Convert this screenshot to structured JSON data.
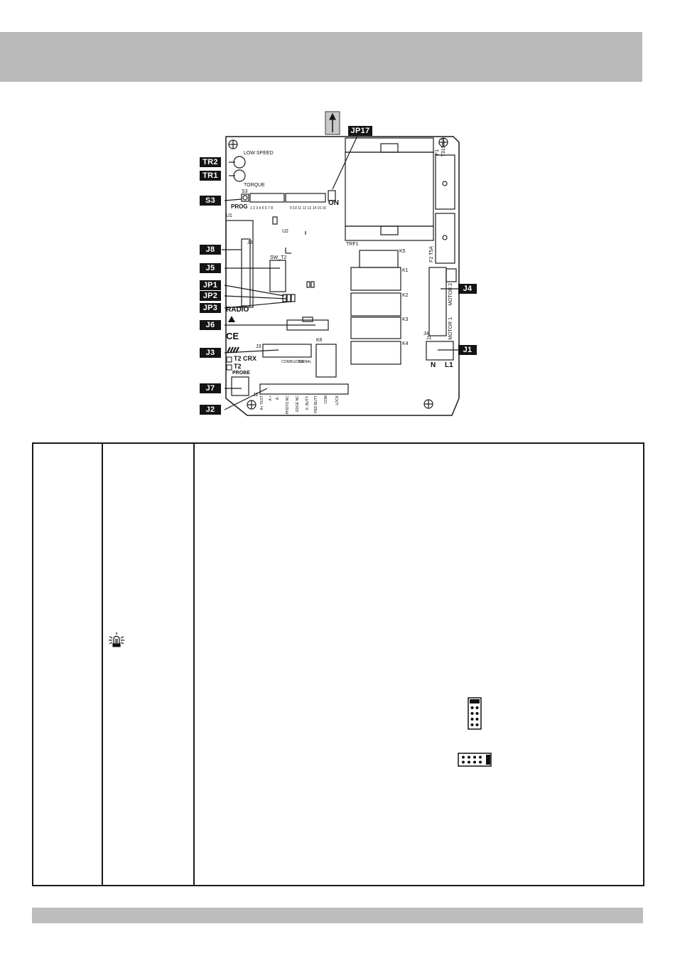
{
  "callouts": {
    "tr2": "TR2",
    "tr1": "TR1",
    "s3": "S3",
    "j8": "J8",
    "j5": "J5",
    "jp1": "JP1",
    "jp2": "JP2",
    "jp3": "JP3",
    "j6": "J6",
    "j3": "J3",
    "j7": "J7",
    "j2": "J2",
    "jp17": "JP17",
    "j4": "J4",
    "j1": "J1"
  },
  "board_labels": {
    "low_speed": "LOW SPEED",
    "torque": "TORQUE",
    "prog": "PROG",
    "s3_small": "S3",
    "u1": "U1",
    "u2": "U2",
    "j8_small": "J8",
    "sw_t2": "SW_T2",
    "radio": "RADIO",
    "ce": "CE",
    "t2crx": "T2 CRX",
    "t2": "T2",
    "j3_small": "J3",
    "probe": "PROBE",
    "j2_small": "J2",
    "on": "ON",
    "trf1": "TRF1",
    "fuse1": "T315mA",
    "f1": "F1",
    "fuse2": "F2 T5A",
    "motor2": "MOTOR 2",
    "motor1": "MOTOR 1",
    "j4_small": "J4",
    "j1_small": "J1",
    "n": "N",
    "l1": "L1",
    "k1": "K1",
    "k2": "K2",
    "k3": "K3",
    "k4": "K4",
    "k5": "K5",
    "k6": "K6",
    "com": "COM",
    "buzzer": "BUZZER",
    "signal": "SIGNAL",
    "dip_a": "1 2 3 4 5 6 7 8",
    "dip_b": "9 10 11 12 13 14 15 16",
    "terminals": [
      "A+ TEST",
      "A +",
      "A -",
      "PHOTO NC",
      "EDGE NC",
      "K. BUTT.",
      "PED BUTT",
      "COM",
      "LOCK"
    ]
  },
  "icons": {
    "arrow": "up-arrow-icon",
    "screw": "screw-mount-icon",
    "lamp": "flashing-lamp-icon",
    "jumper_vertical": "jumper-vertical-icon",
    "jumper_horizontal": "jumper-horizontal-icon"
  },
  "colors": {
    "band": "#b9b9b9",
    "callout_bg": "#141414",
    "line": "#1a1a1a"
  }
}
